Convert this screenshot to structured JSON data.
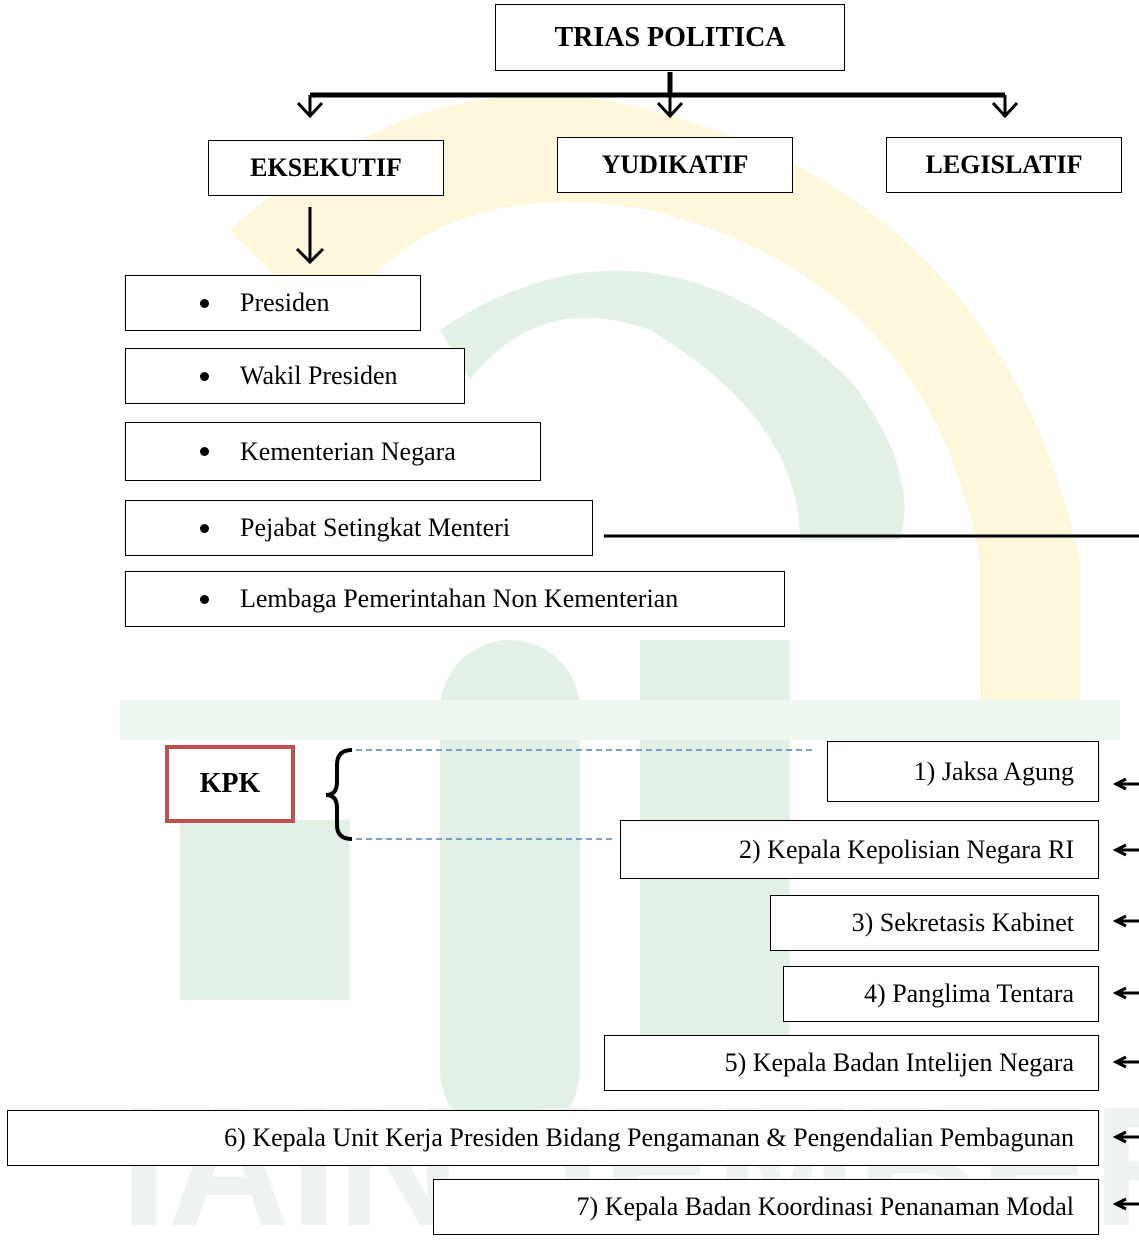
{
  "title": "TRIAS POLITICA",
  "branches": [
    "EKSEKUTIF",
    "YUDIKATIF",
    "LEGISLATIF"
  ],
  "executive_items": [
    "Presiden",
    "Wakil Presiden",
    "Kementerian Negara",
    "Pejabat Setingkat Menteri",
    "Lembaga Pemerintahan Non Kementerian"
  ],
  "kpk_label": "KPK",
  "officials": [
    "1) Jaksa Agung",
    "2) Kepala Kepolisian Negara RI",
    "3) Sekretasis Kabinet",
    "4) Panglima Tentara",
    "5) Kepala Badan Intelijen Negara",
    "6) Kepala Unit Kerja Presiden Bidang Pengamanan & Pengendalian Pembagunan",
    "7) Kepala Badan Koordinasi Penanaman Modal"
  ],
  "watermark_text": "IAIN JEMBER",
  "colors": {
    "kpk_border": "#c0504d",
    "dashed_connector": "#4f81bd",
    "watermark_green": "#e3f0e6",
    "watermark_yellow": "#fdf8dc"
  }
}
